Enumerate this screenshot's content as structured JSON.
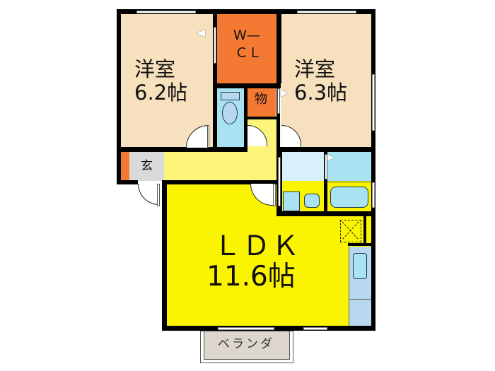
{
  "floor_plan": {
    "colors": {
      "bedroom": "#f6e0bd",
      "closet": "#f47a34",
      "wet_area": "#a9e3f2",
      "washroom": "#d8f0fa",
      "hallway": "#fcf57a",
      "ldk": "#fbf400",
      "entry": "#d9d9d9",
      "balcony": "#ddd6cc",
      "kitchen_counter": "#b7d8ef",
      "wall": "#000000"
    },
    "rooms": [
      {
        "id": "western-room-1",
        "name": "洋室",
        "size": "6.2帖"
      },
      {
        "id": "walk-in-closet",
        "name": "W—",
        "name2": "ＣＬ"
      },
      {
        "id": "western-room-2",
        "name": "洋室",
        "size": "6.3帖"
      },
      {
        "id": "storage",
        "name": "物"
      },
      {
        "id": "entrance",
        "name": "玄"
      },
      {
        "id": "ldk",
        "name": "ＬＤＫ",
        "size": "11.6帖"
      },
      {
        "id": "balcony",
        "name": "ベランダ"
      }
    ]
  }
}
